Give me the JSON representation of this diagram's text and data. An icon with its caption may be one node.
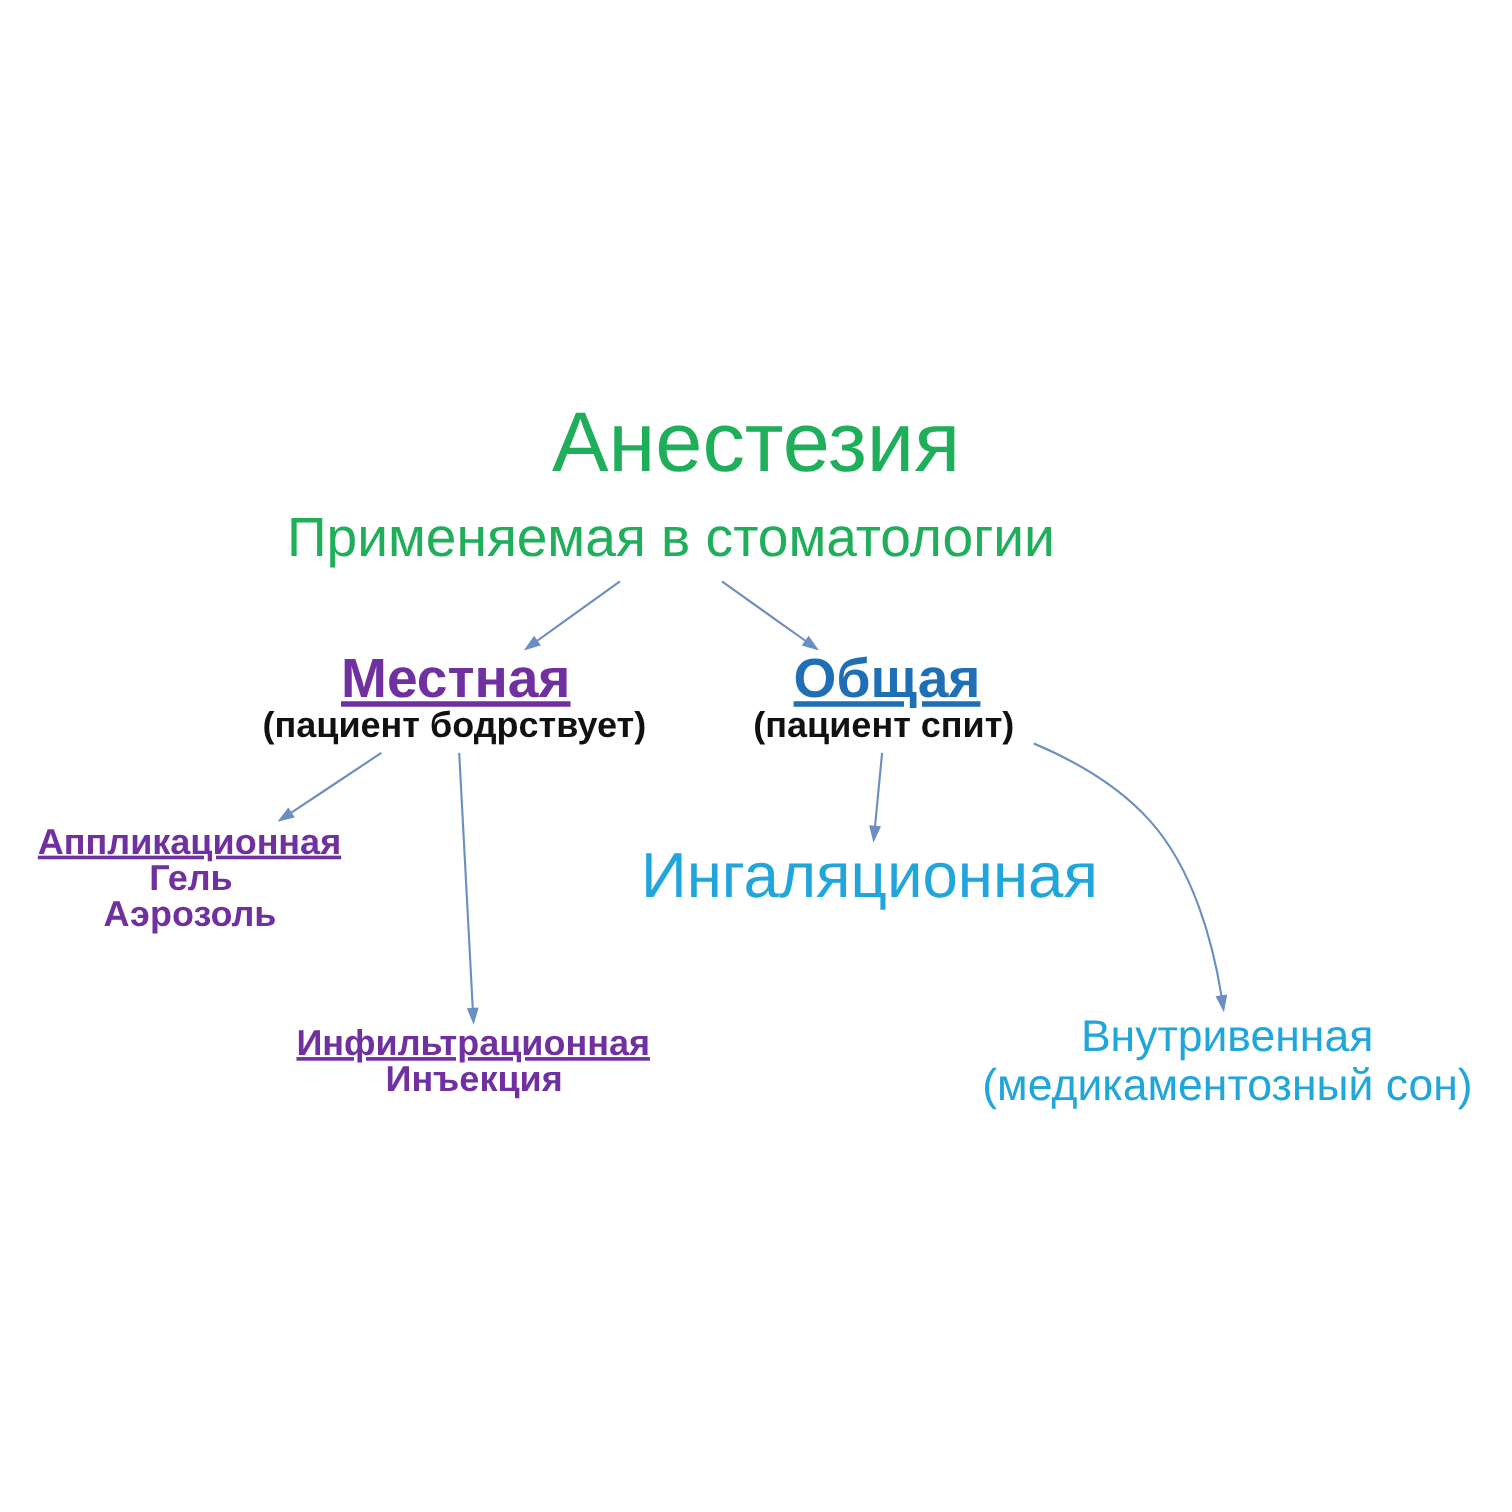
{
  "diagram": {
    "title": "Анестезия",
    "nodes": [
      {
        "text": [
          "Применяемая в стоматологии"
        ]
      },
      {
        "text": [
          "Местная",
          "(пациент бодрствует)"
        ]
      },
      {
        "text": [
          "Общая",
          "(пациент спит)"
        ]
      },
      {
        "text": [
          "Аппликационная",
          "Гель",
          "Аэрозоль"
        ]
      },
      {
        "text": [
          "Инфильтрационная",
          "Инъекция"
        ]
      },
      {
        "text": [
          "Ингаляционная"
        ]
      },
      {
        "text": [
          "Внутривенная",
          "(медикаментозный сон)"
        ]
      }
    ],
    "edges": [
      {
        "from": 0,
        "to": 1,
        "arrow": "to"
      },
      {
        "from": 0,
        "to": 2,
        "arrow": "to"
      },
      {
        "from": 1,
        "to": 3,
        "arrow": "to"
      },
      {
        "from": 1,
        "to": 4,
        "arrow": "to"
      },
      {
        "from": 2,
        "to": 5,
        "arrow": "to"
      },
      {
        "from": 2,
        "to": 6,
        "arrow": "to"
      }
    ]
  }
}
